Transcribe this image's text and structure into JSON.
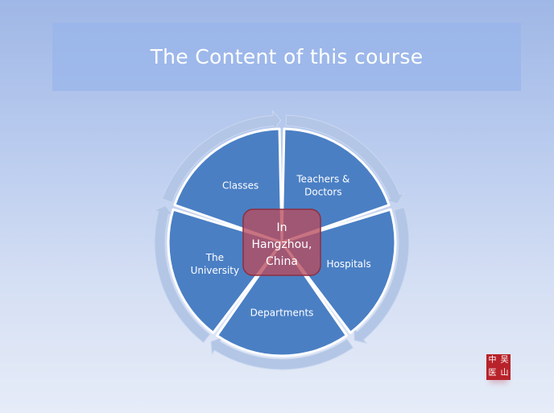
{
  "title": "The Content of this course",
  "diagram": {
    "center": [
      "In",
      "Hangzhou,",
      "China"
    ],
    "segments": [
      {
        "label": [
          "Teachers &",
          "Doctors"
        ]
      },
      {
        "label": [
          "Hospitals"
        ]
      },
      {
        "label": [
          "Departments"
        ]
      },
      {
        "label": [
          "The",
          "University"
        ]
      },
      {
        "label": [
          "Classes"
        ]
      }
    ]
  },
  "seal": {
    "chars": [
      "中",
      "吴",
      "医",
      "山"
    ]
  },
  "colors": {
    "segment": "#4a7fc4",
    "ring": "#b3c6e6",
    "center_fill": "#b84b5e",
    "center_stroke": "#8e2f40",
    "seal": "#b8232b"
  }
}
